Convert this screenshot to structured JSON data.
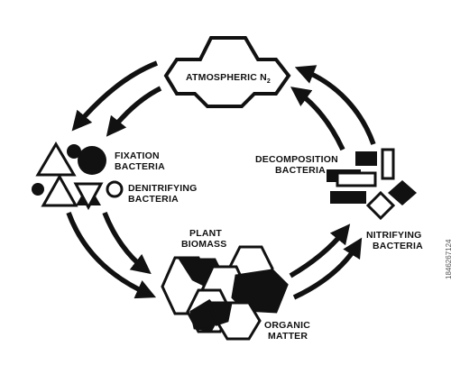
{
  "title": "ATMOSPHERIC N",
  "title_subscript": "2",
  "labels": {
    "fixation_line1": "FIXATION",
    "fixation_line2": "BACTERIA",
    "denitrifying_line1": "DENITRIFYING",
    "denitrifying_line2": "BACTERIA",
    "decomposition_line1": "DECOMPOSITION",
    "decomposition_line2": "BACTERIA",
    "nitrifying_line1": "NITRIFYING",
    "nitrifying_line2": "BACTERIA",
    "plant_line1": "PLANT",
    "plant_line2": "BIOMASS",
    "organic_line1": "ORGANIC",
    "organic_line2": "MATTER"
  },
  "stock_id": "1846267124",
  "colors": {
    "ink": "#111111",
    "background": "#ffffff"
  }
}
